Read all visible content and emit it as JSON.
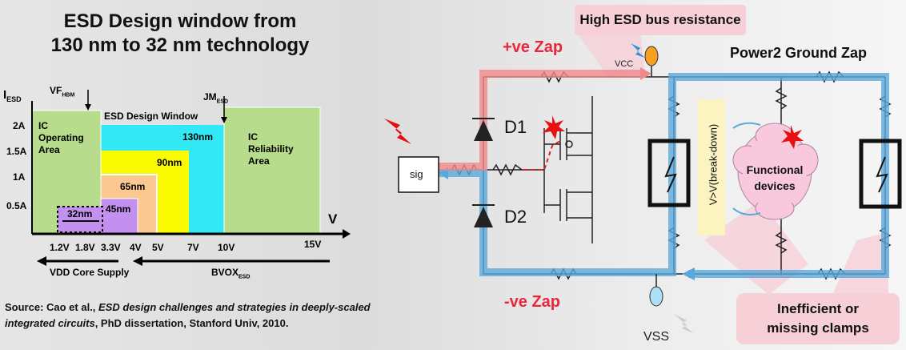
{
  "left": {
    "title_line1": "ESD Design window from",
    "title_line2": "130 nm to 32 nm technology",
    "y_axis_label": "I",
    "y_axis_sub": "ESD",
    "y_ticks": [
      "2A",
      "1.5A",
      "1A",
      "0.5A"
    ],
    "x_axis_label": "V",
    "x_ticks": [
      "1.2V",
      "1.8V",
      "3.3V",
      "4V",
      "5V",
      "7V",
      "10V",
      "15V"
    ],
    "vf_label": "VF",
    "vf_sub": "HBM",
    "jm_label": "JM",
    "jm_sub": "ESD",
    "design_window_label": "ESD Design Window",
    "ic_operating_area": [
      "IC",
      "Operating",
      "Area"
    ],
    "ic_reliability_area": [
      "IC",
      "Reliability",
      "Area"
    ],
    "boxes": [
      "130nm",
      "90nm",
      "65nm",
      "45nm",
      "32nm"
    ],
    "vdd_core_supply": "VDD Core Supply",
    "bvox_label": "BVOX",
    "bvox_sub": "ESD",
    "source_prefix": "Source: Cao et al., ",
    "source_italic": "ESD design challenges and strategies in deeply-scaled integrated circuits",
    "source_suffix": ", PhD dissertation, Stanford Univ, 2010.",
    "colors": {
      "ic_operating": "#b7dc8c",
      "box_130": "#33e8f5",
      "box_90": "#fafa00",
      "box_65": "#fcc892",
      "box_45": "#c490f0"
    }
  },
  "right": {
    "high_esd_bus": "High ESD bus resistance",
    "pos_zap": "+ve Zap",
    "neg_zap": "-ve Zap",
    "vcc": "VCC",
    "vss": "VSS",
    "power2ground": "Power2 Ground Zap",
    "sig": "sig",
    "d1": "D1",
    "d2": "D2",
    "breakdown": "V>V(break-down)",
    "functional_line1": "Functional",
    "functional_line2": "devices",
    "inefficient_line1": "Inefficient or",
    "inefficient_line2": "missing clamps",
    "colors": {
      "positive_path": "#f08a8a",
      "negative_path": "#5aa9dc",
      "callout": "#f6cfd7",
      "cloud": "#f8c8dc",
      "breakdown_bg": "#fbf3c0"
    }
  }
}
